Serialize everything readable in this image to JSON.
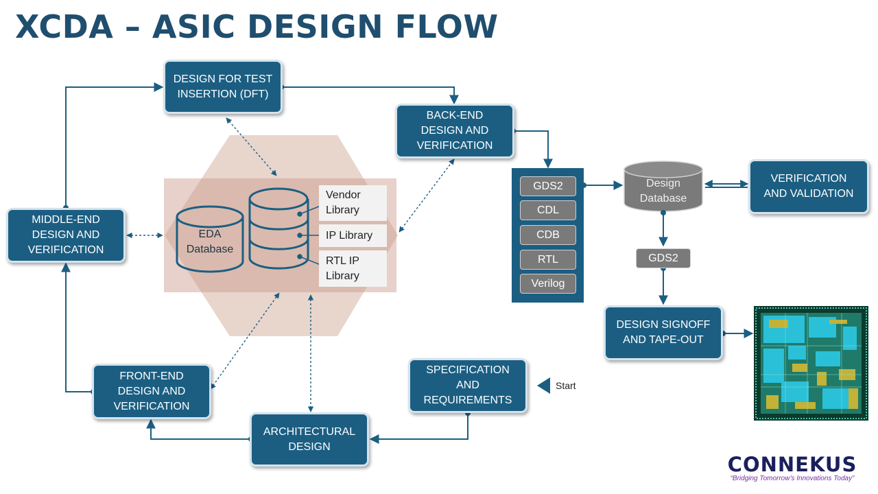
{
  "title": "XCDA – ASIC DESIGN FLOW",
  "nodes": {
    "dft": "DESIGN FOR TEST\nINSERTION (DFT)",
    "backend": "BACK-END\nDESIGN AND\nVERIFICATION",
    "middle": "MIDDLE-END\nDESIGN AND\nVERIFICATION",
    "frontend": "FRONT-END\nDESIGN AND\nVERIFICATION",
    "arch": "ARCHITECTURAL\nDESIGN",
    "spec": "SPECIFICATION\nAND\nREQUIREMENTS",
    "verif": "VERIFICATION\nAND VALIDATION",
    "signoff": "DESIGN SIGNOFF\nAND TAPE-OUT"
  },
  "eda": {
    "label": "EDA\nDatabase"
  },
  "libraries": [
    "Vendor\nLibrary",
    "IP Library",
    "RTL IP\nLibrary"
  ],
  "files": [
    "GDS2",
    "CDL",
    "CDB",
    "RTL",
    "Verilog"
  ],
  "design_db": "Design\nDatabase",
  "gds2_tag": "GDS2",
  "start_label": "Start",
  "logo": {
    "name": "CONNEKUS",
    "tagline": "“Bridging Tomorrow’s Innovations Today”"
  },
  "colors": {
    "node_fill": "#1b5e82",
    "title": "#1f4e6e",
    "hex": "#e8d5cc",
    "file_fill": "#7a7a7a"
  }
}
